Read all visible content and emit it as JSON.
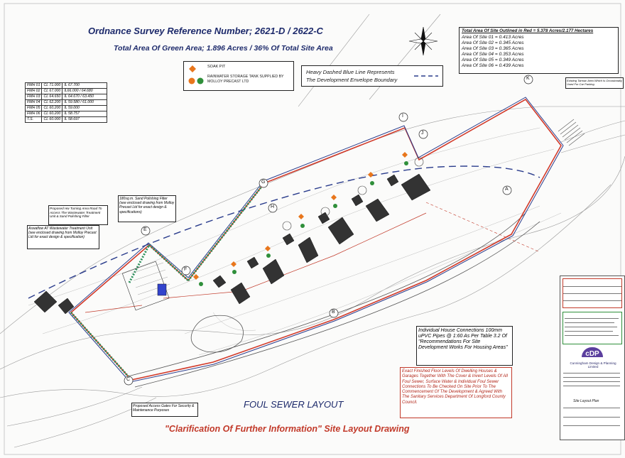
{
  "header": {
    "title": "Ordnance Survey Reference Number;  2621-D / 2622-C",
    "subtitle": "Total Area Of Green Area; 1.896 Acres / 36% Of Total Site Area"
  },
  "legend": {
    "soak_pit": "SOAK PIT",
    "rainwater_tank": "RAINWATER STORAGE TANK SUPPLIED BY MOLLOY PRECAST LTD",
    "envelope_line1": "Heavy Dashed Blue Line Represents",
    "envelope_line2": "The Development Envelope Boundary",
    "colors": {
      "soak_pit": "#e8761c",
      "tank": "#2f8f3a"
    }
  },
  "fmh_table": [
    [
      "FMH 01",
      "CL 71.000",
      "IL 67.700"
    ],
    [
      "FMH 02",
      "CL 67.000",
      "IL66.000 / 64.680"
    ],
    [
      "FMH 03",
      "CL 64.650",
      "IL 64.670 / 63.450"
    ],
    [
      "FMH 04",
      "CL 62.200",
      "IL 59.580 / 61.000"
    ],
    [
      "FMH 05",
      "CL 60.200",
      "IL 59.000"
    ],
    [
      "FMH 06",
      "CL 60.200",
      "IL 58.757"
    ],
    [
      "T.S.",
      "CL 60.000",
      "IL 58.697"
    ]
  ],
  "site_areas": {
    "total": "Total Area Of Site Outlined in Red = 5.378 Acres/2.177 Hectares",
    "sites": [
      "Area Of Site 01 = 0.413 Acres",
      "Area Of Site 02 = 0.345 Acres",
      "Area Of Site 03 = 0.365 Acres",
      "Area Of Site 04 = 0.353 Acres",
      "Area Of Site 05 = 0.349 Acres",
      "Area Of Site 06 = 0.439 Acres"
    ]
  },
  "point_labels": [
    "A",
    "B",
    "C",
    "E",
    "F",
    "G",
    "H",
    "I",
    "J",
    "K"
  ],
  "annotations": {
    "treatment_unit": "Aswaflow AT Wastewater Treatment Unit (see enclosed drawing from Molloy Precast Ltd for exact design & specification)",
    "polishing_filter": "180sq.m. Sand Polishing Filter (see enclosed drawing from Molloy Precast Ltd for exact design & specifications)",
    "turning_area": "Proposed Hw Turning Area Road To Access The Wastewater Treatment Unit & Sand Polishing Filter",
    "house_connections": "Individual House Connections 100mm uPVC Pipes @ 1:60 As Per Table 3.2 Of \"Recommendations For Site Development Works For Housing Areas\"",
    "floor_levels": "Exact Finished Floor Levels Of Dwelling Houses & Garages Together With The Cover & Invert Levels Of All Foul Sewer, Surface Water & Individual Foul Sewer Connections To Be Checked On Site Prior To The Commencement Of The Development & Agreed With The Sanitary Services Department Of Longford County Council.",
    "access_gates": "Proposed Access Gates For Security & Maintenance Purposes",
    "parking": "Existing Tarmac Area Which Is Occasionally Used For Car Parking"
  },
  "drawing_titles": {
    "layout": "FOUL SEWER LAYOUT",
    "clarification": "\"Clarification Of Further Information\" Site Layout Drawing"
  },
  "title_block": {
    "company": "Cunningham Design & Planning Limited",
    "logo_text": "cDP",
    "drawing": "Site Layout Plan"
  }
}
